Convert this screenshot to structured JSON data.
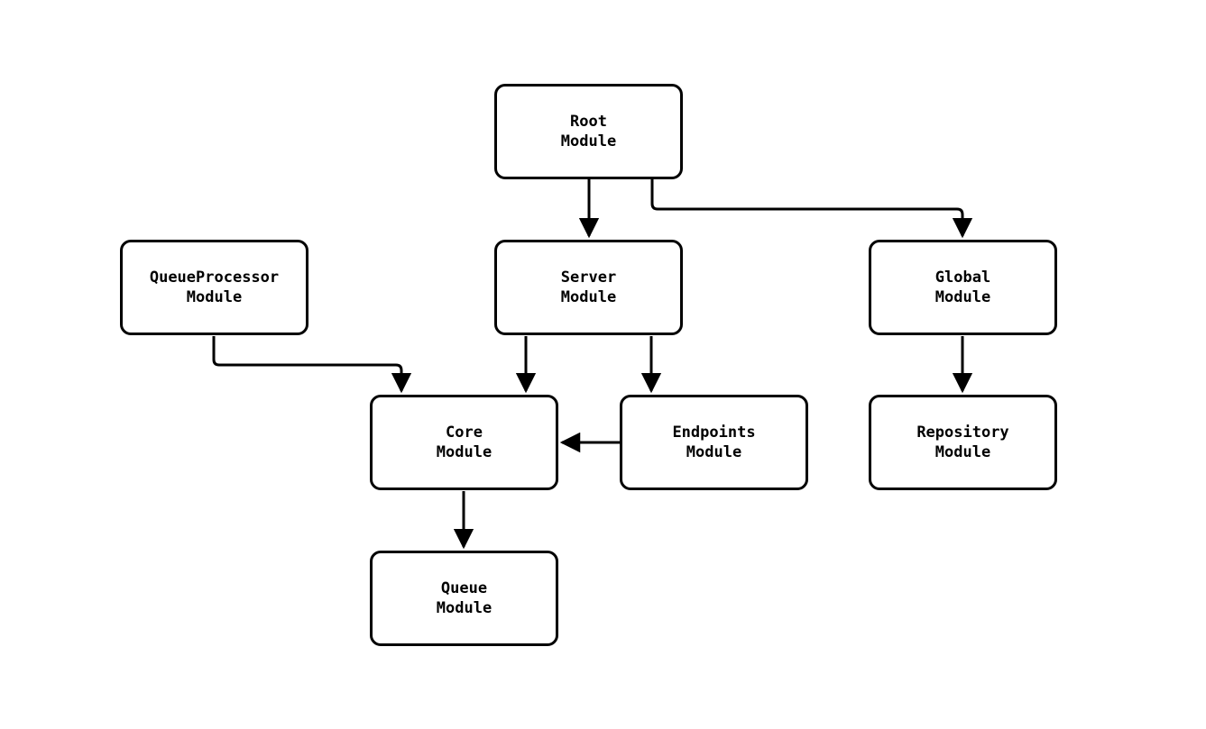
{
  "diagram": {
    "type": "module-dependency-diagram",
    "background_color": "#ffffff",
    "line_color": "#000000",
    "text_color": "#000000",
    "nodes": {
      "root": {
        "label": "Root\nModule"
      },
      "queueprocessor": {
        "label": "QueueProcessor\nModule"
      },
      "server": {
        "label": "Server\nModule"
      },
      "global": {
        "label": "Global\nModule"
      },
      "core": {
        "label": "Core\nModule"
      },
      "endpoints": {
        "label": "Endpoints\nModule"
      },
      "repository": {
        "label": "Repository\nModule"
      },
      "queue": {
        "label": "Queue\nModule"
      }
    },
    "edges": [
      {
        "from": "Root Module",
        "to": "Server Module"
      },
      {
        "from": "Root Module",
        "to": "Global Module"
      },
      {
        "from": "QueueProcessor Module",
        "to": "Core Module"
      },
      {
        "from": "Server Module",
        "to": "Core Module"
      },
      {
        "from": "Server Module",
        "to": "Endpoints Module"
      },
      {
        "from": "Endpoints Module",
        "to": "Core Module"
      },
      {
        "from": "Global Module",
        "to": "Repository Module"
      },
      {
        "from": "Core Module",
        "to": "Queue Module"
      }
    ]
  }
}
